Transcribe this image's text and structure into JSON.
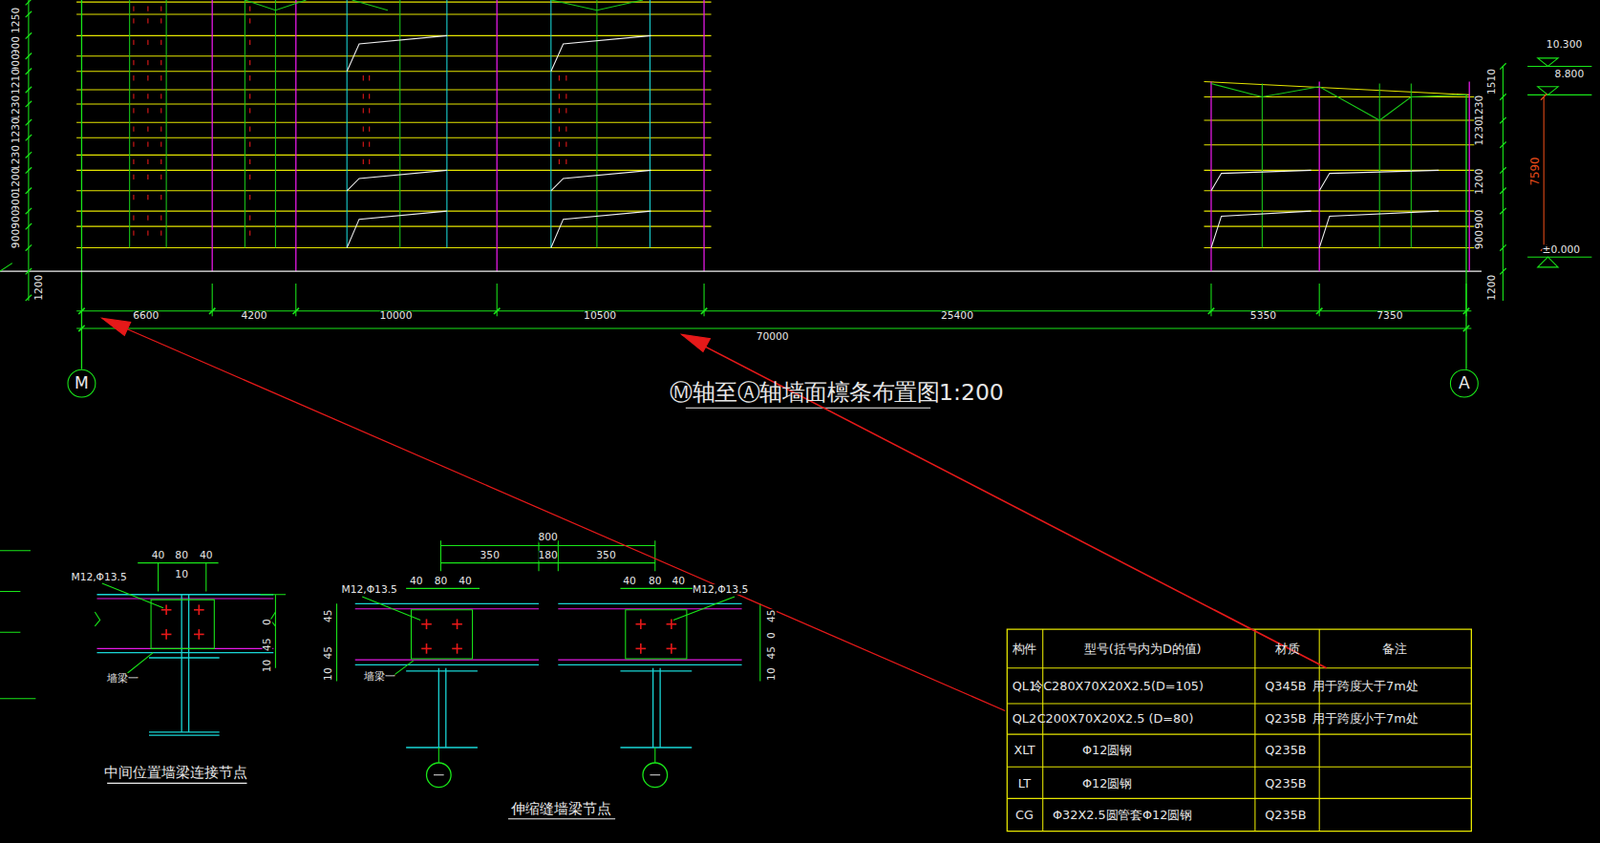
{
  "diagram": {
    "title": "Ⓜ轴至Ⓐ轴墙面檩条布置图1:200",
    "nodes": [
      {
        "text": [
          "M"
        ]
      },
      {
        "text": [
          "A"
        ]
      }
    ],
    "labels": [
      "1250",
      "900",
      "900",
      "1210",
      "1230",
      "1230",
      "1230",
      "1200",
      "900",
      "900",
      "900",
      "1200",
      "1510",
      "1230",
      "1230",
      "1200",
      "900",
      "900",
      "1200",
      "10.300",
      "8.800",
      "7590",
      "±0.000",
      "6600",
      "4200",
      "10000",
      "10500",
      "25400",
      "5350",
      "7350",
      "70000",
      "中间位置墙梁连接节点",
      "40",
      "80",
      "40",
      "10",
      "M12,Φ13.5",
      "墙梁一",
      "0",
      "45",
      "10",
      "800",
      "350",
      "180",
      "350",
      "40",
      "80",
      "40",
      "40",
      "80",
      "40",
      "M12,Φ13.5",
      "M12,Φ13.5",
      "墙梁一",
      "45",
      "45",
      "10",
      "45",
      "0",
      "45",
      "10",
      "伸缩缝墙梁节点",
      "构件",
      "型号(括号内为D的值)",
      "材质",
      "备注",
      "QL1",
      "冷C280X70X20X2.5(D=105)",
      "Q345B",
      "用于跨度大于7m处",
      "QL2",
      "C200X70X20X2.5 (D=80)",
      "Q235B",
      "用于跨度小于7m处",
      "XLT",
      "Φ12圆钢",
      "Q235B",
      "LT",
      "Φ12圆钢",
      "Q235B",
      "CG",
      "Φ32X2.5圆管套Φ12圆钢",
      "Q235B"
    ]
  }
}
